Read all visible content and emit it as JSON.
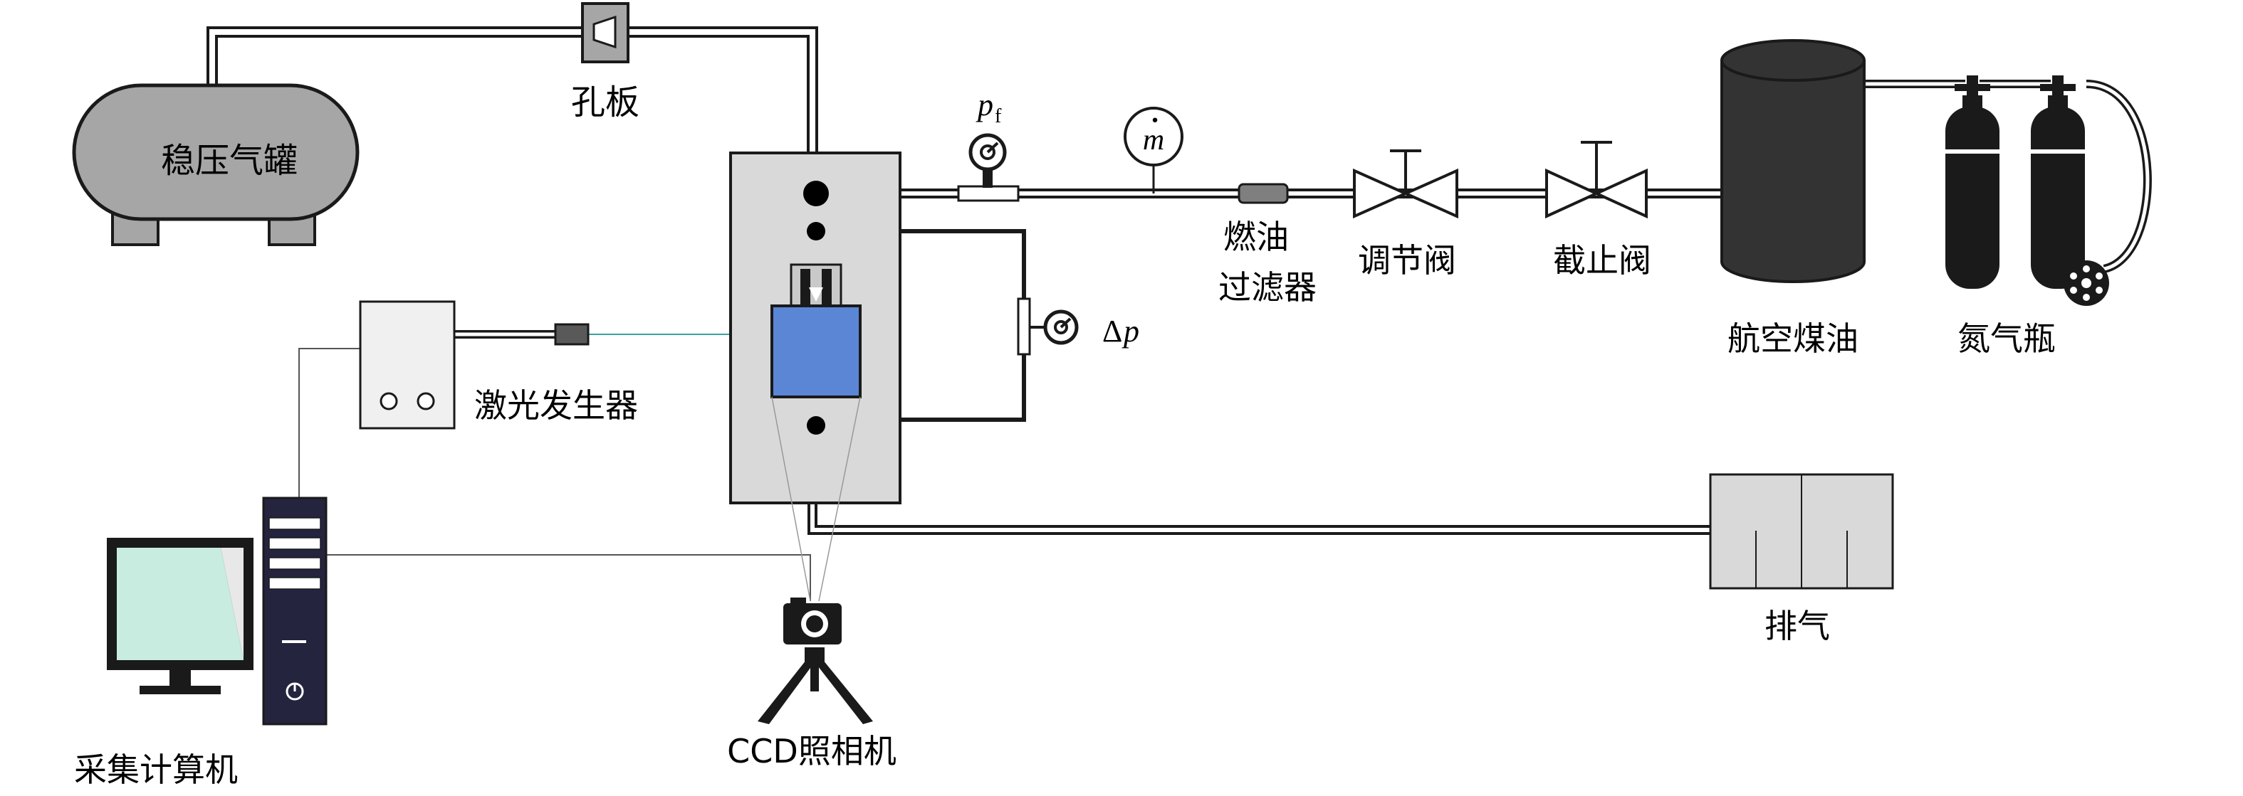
{
  "labels": {
    "surge_tank": "稳压气罐",
    "orifice": "孔板",
    "laser": "激光发生器",
    "computer": "采集计算机",
    "camera": "CCD照相机",
    "fuel_filter_line1": "燃油",
    "fuel_filter_line2": "过滤器",
    "regulating_valve": "调节阀",
    "stop_valve": "截止阀",
    "kerosene": "航空煤油",
    "nitrogen": "氮气瓶",
    "exhaust": "排气"
  },
  "symbols": {
    "pressure_base": "p",
    "pressure_sub": "f",
    "mass_flow": "m",
    "mass_flow_dot": "·",
    "delta_prefix": "Δ",
    "delta_var": "p"
  },
  "colors": {
    "line": "#1a1a1a",
    "tank_fill": "#a6a6a6",
    "panel_fill": "#d9d9d9",
    "light_box": "#f0f0f0",
    "window_blue": "#5b86d6",
    "screen_green": "#c8ece0",
    "tower_blue": "#24243f",
    "laser_beam": "#3aa39a"
  }
}
